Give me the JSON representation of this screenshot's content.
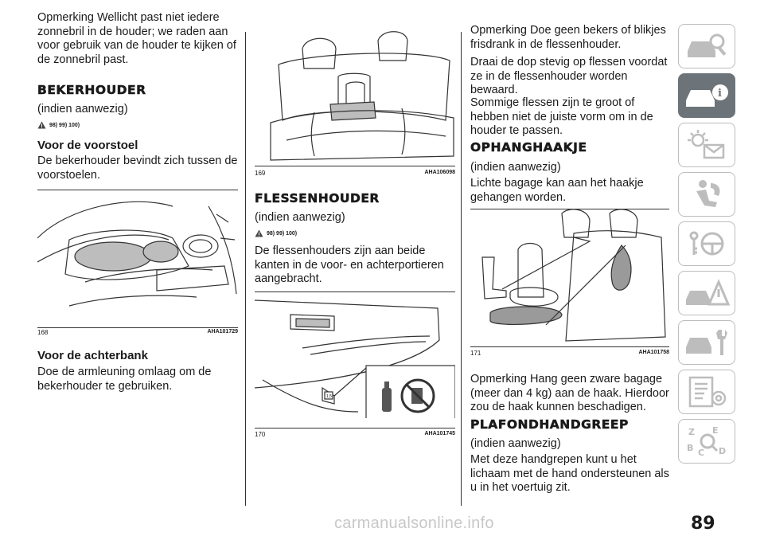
{
  "col1": {
    "intro": "Opmerking  Wellicht past niet iedere zonnebril in de houder; we raden aan voor gebruik van de houder te kijken of de zonnebril past.",
    "heading": "BEKERHOUDER",
    "optional": "(indien aanwezig)",
    "warnref": "98) 99) 100)",
    "sub1": "Voor de voorstoel",
    "sub1_text": "De bekerhouder bevindt zich tussen de voorstoelen.",
    "fig_num": "168",
    "fig_code": "AHA101729",
    "sub2": "Voor de achterbank",
    "sub2_text": "Doe de armleuning omlaag om de bekerhouder te gebruiken."
  },
  "col2": {
    "fig1_num": "169",
    "fig1_code": "AHA106098",
    "heading": "FLESSENHOUDER",
    "optional": "(indien aanwezig)",
    "warnref": "98) 99) 100)",
    "text": "De flessenhouders zijn aan beide kanten in de voor- en achterportieren aangebracht.",
    "fig2_num": "170",
    "fig2_code": "AHA101745",
    "fig2_badge": "1,5"
  },
  "col3": {
    "p1": "Opmerking  Doe geen bekers of blikjes frisdrank in de flessenhouder.",
    "p2": "Draai de dop stevig op flessen voordat ze in de flessenhouder worden bewaard.",
    "p3": "Sommige flessen zijn te groot of hebben niet de juiste vorm om in de houder te passen.",
    "heading1": "OPHANGHAAKJE",
    "optional1": "(indien aanwezig)",
    "p4": "Lichte bagage kan aan het haakje gehangen worden.",
    "fig_num": "171",
    "fig_code": "AHA101758",
    "p5": "Opmerking  Hang geen zware bagage (meer dan 4 kg) aan de haak. Hierdoor zou de haak kunnen beschadigen.",
    "heading2": "PLAFONDHANDGREEP",
    "optional2": "(indien aanwezig)",
    "p6": "Met deze handgrepen kunt u het lichaam met de hand ondersteunen als u in het voertuig zit."
  },
  "page_number": "89",
  "watermark": "carmanualsonline.info",
  "colors": {
    "active_tab": "#6d7479",
    "tab_border": "#bdbdbd"
  },
  "side_tabs": [
    "car-search-icon",
    "car-info-icon",
    "dashboard-lights-icon",
    "airbag-seat-icon",
    "steering-key-icon",
    "breakdown-warning-icon",
    "car-maintenance-icon",
    "specifications-icon",
    "index-abc-icon"
  ]
}
